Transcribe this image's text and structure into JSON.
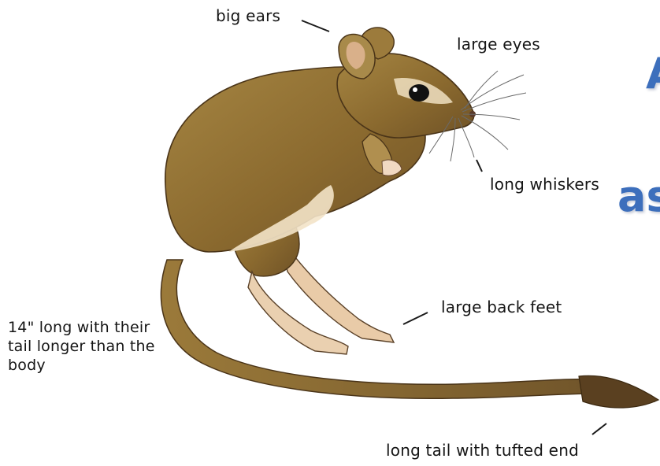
{
  "labels": {
    "big_ears": "big ears",
    "large_eyes": "large eyes",
    "long_whiskers": "long whiskers",
    "large_back_feet": "large back feet",
    "size_note": "14\" long with their tail longer than the body",
    "long_tail": "long tail with tufted end"
  },
  "title_fragments": {
    "top": "A",
    "middle": "as"
  },
  "colors": {
    "fur": "#8b6a2f",
    "fur_dark": "#6d4f20",
    "belly": "#f3e3c8",
    "label_text": "#151515",
    "title_blue": "#3d6fbc"
  }
}
